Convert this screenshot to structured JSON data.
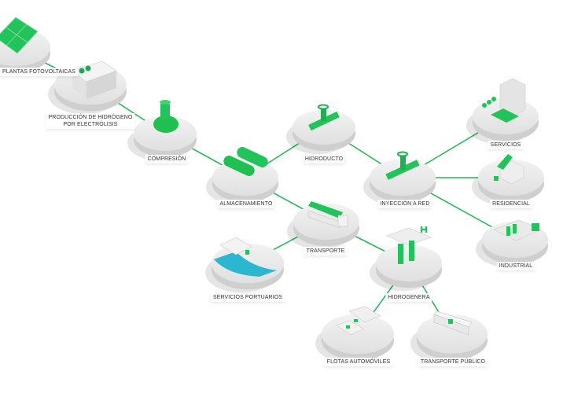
{
  "colors": {
    "accent": "#22c35a",
    "line": "#2fb45a",
    "disc": "#e6e6e6",
    "water": "#2bb7cf"
  },
  "nodes": {
    "solar": {
      "label": "PLANTAS FOTOVOLTAICAS",
      "visible_label": "AS FOTOVOLTAICAS",
      "icon": "solar-panel-icon"
    },
    "electrolysis": {
      "label_line1": "PRODUCCIÓN DE HIDRÓGENO",
      "label_line2": "POR ELECTRÓLISIS",
      "icon": "electrolyzer-icon"
    },
    "compression": {
      "label": "COMPRESIÓN",
      "icon": "compressor-icon"
    },
    "storage": {
      "label": "ALMACENAMIENTO",
      "icon": "storage-tanks-icon"
    },
    "pipeline": {
      "label": "HIDRODUCTO",
      "icon": "valve-icon"
    },
    "injection": {
      "label": "INYECCIÓN A RED",
      "icon": "valve-icon"
    },
    "services": {
      "label": "SERVICIOS",
      "icon": "building-icon"
    },
    "residential": {
      "label": "RESIDENCIAL",
      "icon": "house-icon"
    },
    "industrial": {
      "label": "INDUSTRIAL",
      "icon": "factory-icon"
    },
    "transport": {
      "label": "TRANSPORTE",
      "icon": "truck-icon"
    },
    "port": {
      "label": "SERVICIOS PORTUARIOS",
      "icon": "port-icon"
    },
    "station": {
      "label": "HIDROGENERA",
      "icon": "hydrogen-station-icon"
    },
    "fleets": {
      "label": "FLOTAS AUTOMÓVILES",
      "icon": "cars-icon"
    },
    "publictransport": {
      "label": "TRANSPORTE PÚBLICO",
      "icon": "bus-icon"
    }
  }
}
